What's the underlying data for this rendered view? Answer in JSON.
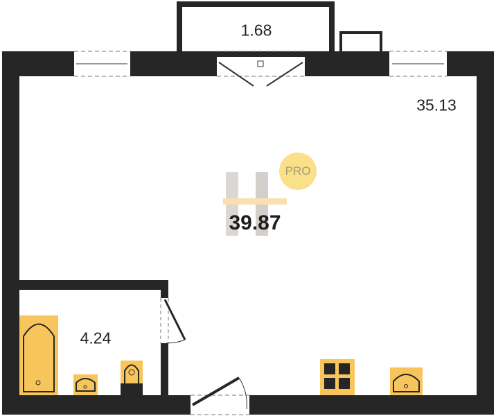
{
  "plan": {
    "total_area": "39.87",
    "rooms": [
      {
        "name": "balcony",
        "area": "1.68"
      },
      {
        "name": "living-room",
        "area": "35.13"
      },
      {
        "name": "bathroom",
        "area": "4.24"
      }
    ],
    "watermark_badge": "PRO"
  },
  "colors": {
    "wall": "#262626",
    "fixture": "#f8c55c",
    "badge": "#fbe08a",
    "watermark_bar": "#f2c36a"
  }
}
